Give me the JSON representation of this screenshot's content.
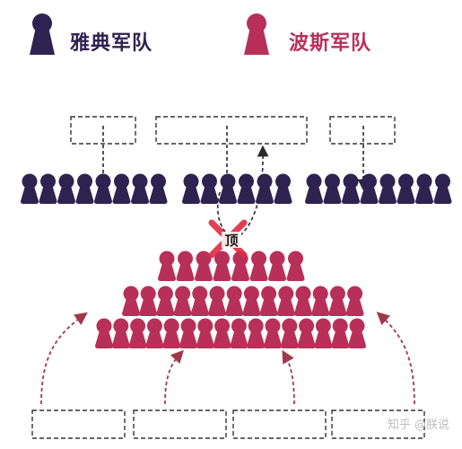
{
  "legend": {
    "athens": {
      "label": "雅典军队",
      "color": "#2e2350"
    },
    "persia": {
      "label": "波斯军队",
      "color": "#b8305a"
    }
  },
  "clash_label": "顶",
  "watermark": "知乎 @朕说",
  "colors": {
    "athens_soldier": "#2e2350",
    "persia_soldier": "#b8305a",
    "cross": "#e02a40",
    "dashed_box": "#333333",
    "dashed_arrow_dark": "#2a2a2a",
    "dashed_arrow_red": "#a03a4a"
  },
  "icons": {
    "legend_marker": "keyhole-pawn-icon",
    "soldier": "pawn-icon",
    "cross": "x-cross-icon"
  },
  "athens_formation": {
    "groups": [
      {
        "name": "left-wing",
        "soldiers": 8
      },
      {
        "name": "center",
        "soldiers": 6
      },
      {
        "name": "right-wing",
        "soldiers": 8
      }
    ],
    "command_boxes": 3
  },
  "persia_formation": {
    "rows": [
      {
        "name": "front-row",
        "soldiers": 8
      },
      {
        "name": "middle-row",
        "soldiers": 14
      },
      {
        "name": "rear-row",
        "soldiers": 16
      }
    ],
    "reserve_boxes": 4
  }
}
